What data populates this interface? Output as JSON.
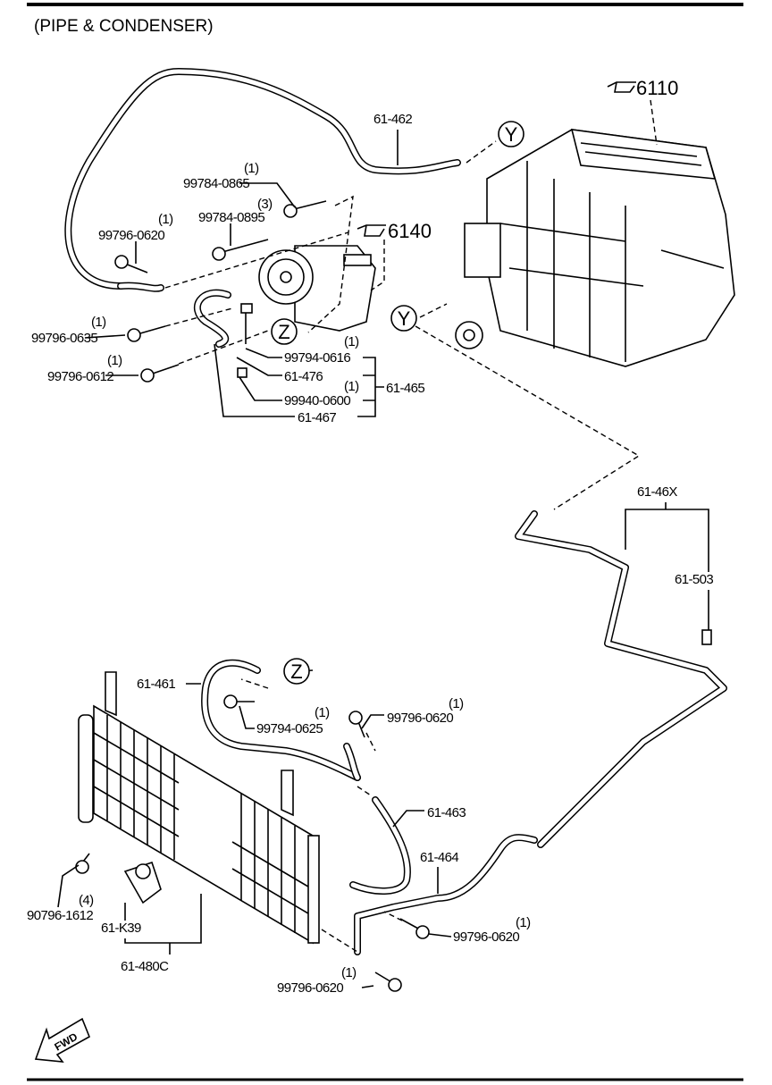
{
  "title": "(PIPE & CONDENSER)",
  "refs": {
    "heater_unit": "6110",
    "compressor": "6140",
    "connector_y": "Y",
    "connector_z": "Z"
  },
  "parts": {
    "p61_462": "61-462",
    "b99784_0865": {
      "qty": "(1)",
      "code": "99784-0865"
    },
    "b99784_0895": {
      "qty": "(3)",
      "code": "99784-0895"
    },
    "b99796_0620a": {
      "qty": "(1)",
      "code": "99796-0620"
    },
    "b99796_0635": {
      "qty": "(1)",
      "code": "99796-0635"
    },
    "b99796_0612": {
      "qty": "(1)",
      "code": "99796-0612"
    },
    "b99794_0616": {
      "qty": "(1)",
      "code": "99794-0616"
    },
    "p61_476": "61-476",
    "n99940_0600": {
      "qty": "(1)",
      "code": "99940-0600"
    },
    "p61_467": "61-467",
    "p61_465": "61-465",
    "p61_46X": "61-46X",
    "p61_503": "61-503",
    "p61_461": "61-461",
    "b99794_0625": {
      "qty": "(1)",
      "code": "99794-0625"
    },
    "b99796_0620b": {
      "qty": "(1)",
      "code": "99796-0620"
    },
    "p61_463": "61-463",
    "p61_464": "61-464",
    "b99796_0620c": {
      "qty": "(1)",
      "code": "99796-0620"
    },
    "b99796_0620d": {
      "qty": "(1)",
      "code": "99796-0620"
    },
    "b90796_1612": {
      "qty": "(4)",
      "code": "90796-1612"
    },
    "p61_K39": "61-K39",
    "p61_480C": "61-480C"
  },
  "fwd": "FWD"
}
